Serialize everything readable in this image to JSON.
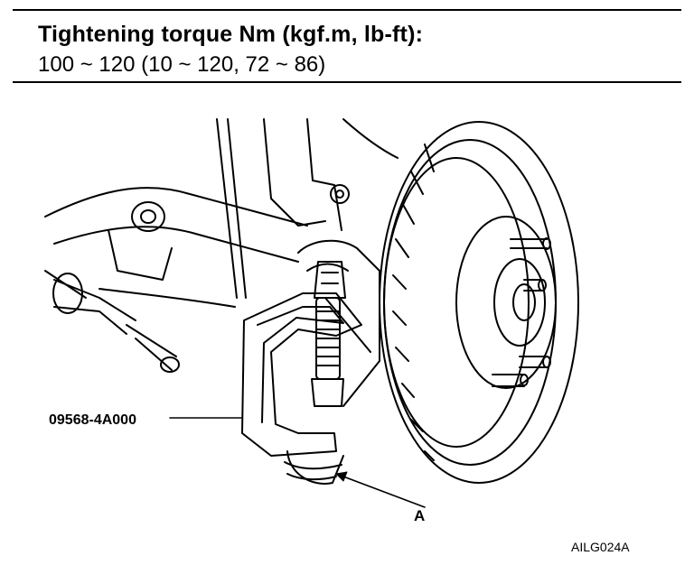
{
  "header": {
    "title": "Tightening torque Nm (kgf.m, lb-ft):",
    "value": "100 ~ 120 (10 ~ 120, 72 ~ 86)"
  },
  "figure": {
    "tool_label": "09568-4A000",
    "part_label": "A",
    "figure_code": "AILG024A"
  }
}
